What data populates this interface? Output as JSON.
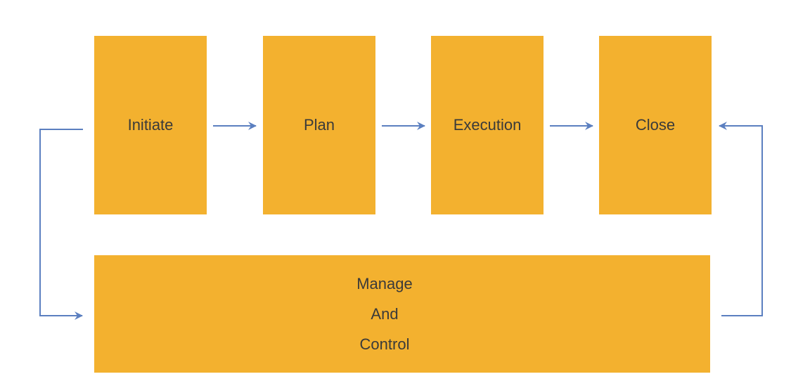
{
  "diagram": {
    "stages": [
      {
        "id": "initiate",
        "label": "Initiate"
      },
      {
        "id": "plan",
        "label": "Plan"
      },
      {
        "id": "execution",
        "label": "Execution"
      },
      {
        "id": "close",
        "label": "Close"
      }
    ],
    "manage": {
      "lines": [
        "Manage",
        "And",
        "Control"
      ]
    },
    "colors": {
      "box_fill": "#f3b12f",
      "arrow": "#5b7fc0",
      "text": "#3a3a3a"
    }
  }
}
